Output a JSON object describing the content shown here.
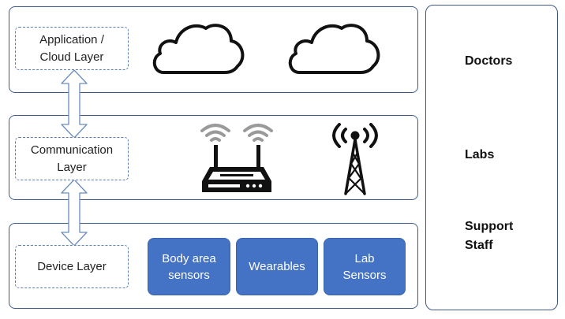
{
  "layers": {
    "application": {
      "label": "Application /\nCloud Layer",
      "icons": [
        "cloud-icon",
        "cloud-icon"
      ]
    },
    "communication": {
      "label": "Communication\nLayer",
      "icons": [
        "wifi-router-icon",
        "cell-tower-icon"
      ]
    },
    "device": {
      "label": "Device Layer",
      "devices": [
        {
          "label": "Body area\nsensors"
        },
        {
          "label": "Wearables"
        },
        {
          "label": "Lab\nSensors"
        }
      ]
    }
  },
  "stakeholders": [
    {
      "label": "Doctors"
    },
    {
      "label": "Labs"
    },
    {
      "label": "Support\nStaff"
    }
  ],
  "colors": {
    "panel_border": "#3d5a86",
    "device_fill": "#4472c4",
    "dashed_border": "#5b7fb3"
  }
}
